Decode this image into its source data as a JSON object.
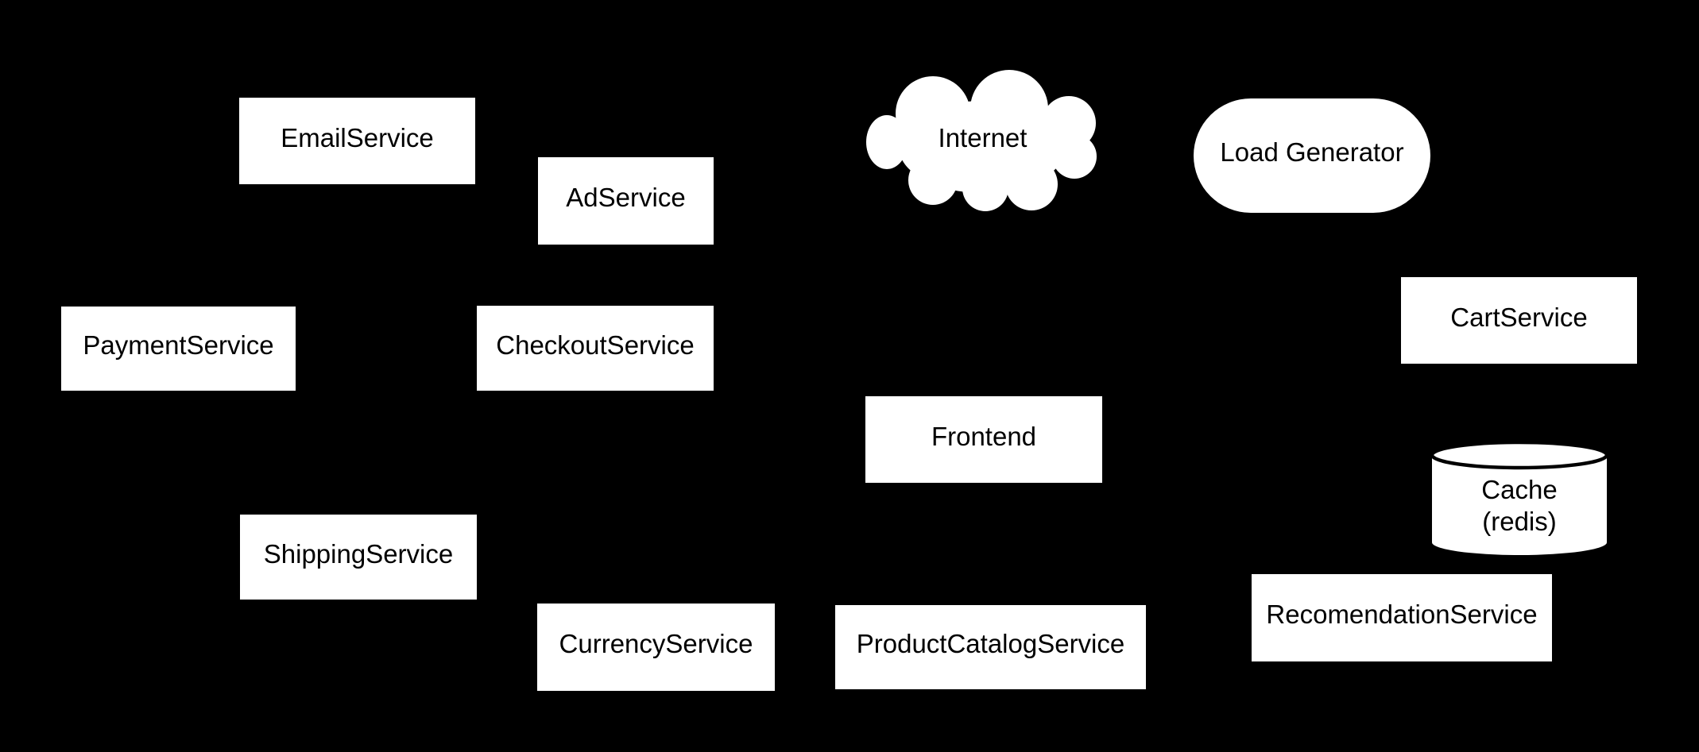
{
  "diagram": {
    "type": "microservices-architecture-diagram",
    "background_color": "#000000",
    "node_fill_color": "#ffffff",
    "node_text_color": "#000000",
    "nodes": {
      "email_service": {
        "label": "EmailService",
        "shape": "rectangle"
      },
      "ad_service": {
        "label": "AdService",
        "shape": "rectangle"
      },
      "internet": {
        "label": "Internet",
        "shape": "cloud"
      },
      "load_generator": {
        "label": "Load Generator",
        "shape": "stadium"
      },
      "payment_service": {
        "label": "PaymentService",
        "shape": "rectangle"
      },
      "checkout_service": {
        "label": "CheckoutService",
        "shape": "rectangle"
      },
      "cart_service": {
        "label": "CartService",
        "shape": "rectangle"
      },
      "frontend": {
        "label": "Frontend",
        "shape": "rectangle"
      },
      "cache_redis": {
        "label_line1": "Cache",
        "label_line2": "(redis)",
        "shape": "cylinder"
      },
      "shipping_service": {
        "label": "ShippingService",
        "shape": "rectangle"
      },
      "currency_service": {
        "label": "CurrencyService",
        "shape": "rectangle"
      },
      "product_catalog_service": {
        "label": "ProductCatalogService",
        "shape": "rectangle"
      },
      "recomendation_service": {
        "label": "RecomendationService",
        "shape": "rectangle"
      }
    }
  }
}
